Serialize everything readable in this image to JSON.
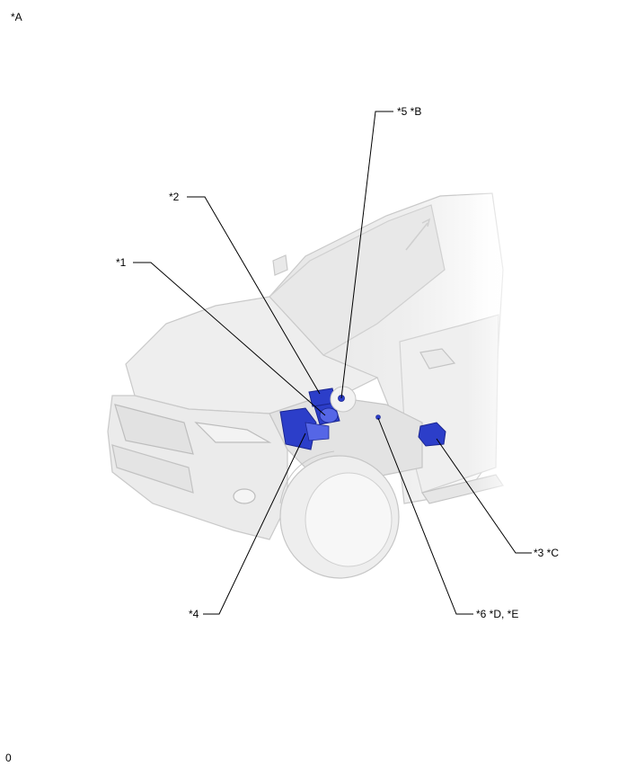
{
  "figure_label": "*A",
  "corner_code": "0",
  "callouts": {
    "c1": "*1",
    "c2": "*2",
    "c3": "*3 *C",
    "c4": "*4",
    "c5": "*5 *B",
    "c6": "*6 *D, *E"
  },
  "colors": {
    "component": "#2c3ec9",
    "component_light": "#5566e6",
    "leader": "#000000",
    "vehicle_fill": "#ececec",
    "vehicle_line": "#c9c9c9"
  }
}
